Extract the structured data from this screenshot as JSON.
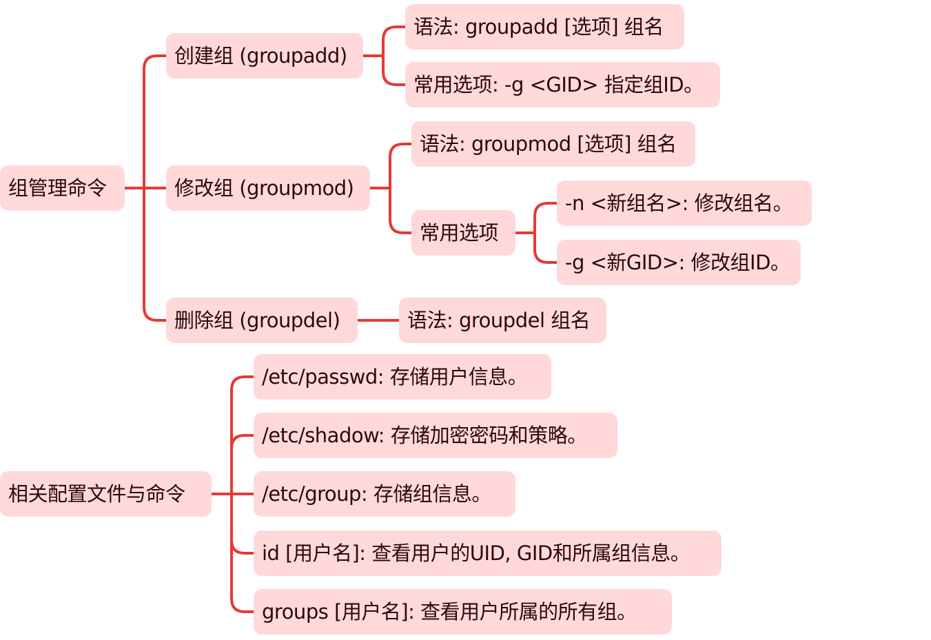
{
  "colors": {
    "connector": "#e53935",
    "node_fill": "#ffd9d9",
    "text": "#2a0a0a"
  },
  "tree1": {
    "root": "组管理命令",
    "create": {
      "label": "创建组 (groupadd)",
      "syntax": "语法: groupadd [选项] 组名",
      "option": "常用选项: -g <GID> 指定组ID。"
    },
    "modify": {
      "label": "修改组 (groupmod)",
      "syntax": "语法: groupmod [选项] 组名",
      "options": {
        "label": "常用选项",
        "n": "-n <新组名>: 修改组名。",
        "g": "-g <新GID>: 修改组ID。"
      }
    },
    "delete": {
      "label": "删除组 (groupdel)",
      "syntax": "语法: groupdel 组名"
    }
  },
  "tree2": {
    "root": "相关配置文件与命令",
    "items": [
      "/etc/passwd: 存储用户信息。",
      "/etc/shadow: 存储加密密码和策略。",
      "/etc/group: 存储组信息。",
      "id [用户名]: 查看用户的UID, GID和所属组信息。",
      "groups [用户名]: 查看用户所属的所有组。"
    ]
  }
}
